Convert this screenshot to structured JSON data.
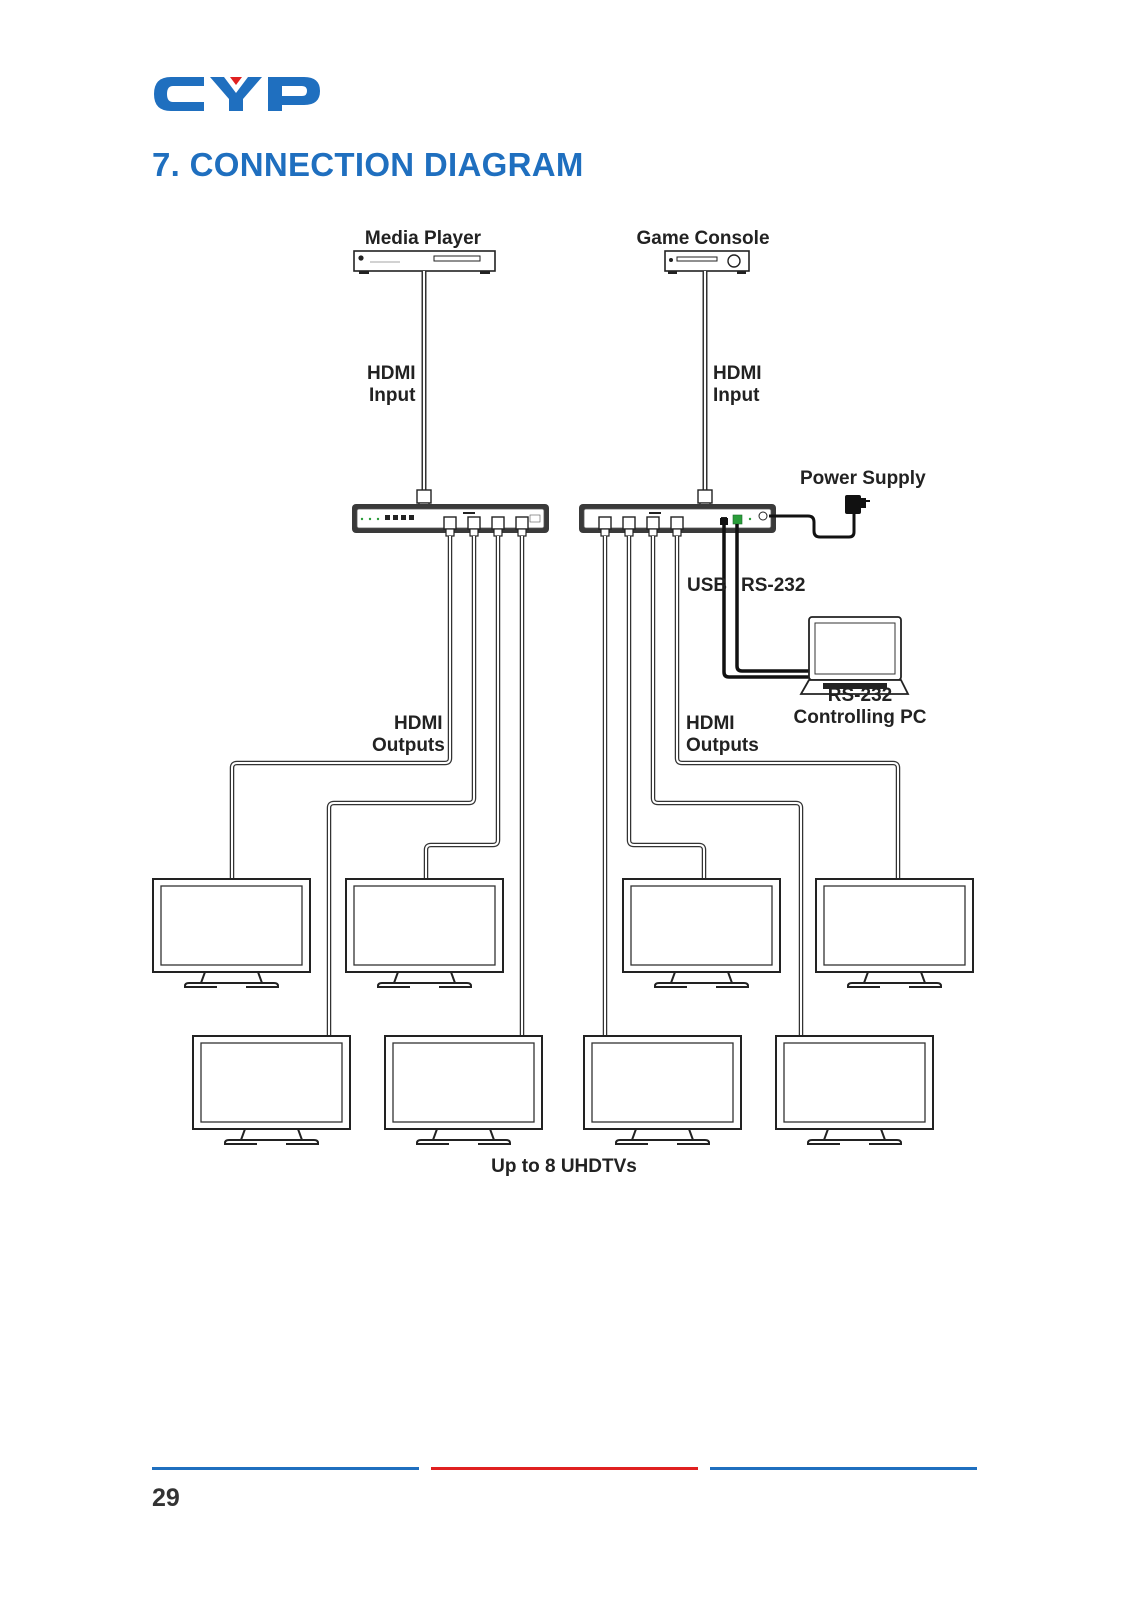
{
  "header": {
    "logo_text": "CYP",
    "logo_color": "#1f6fbf",
    "logo_accent_color": "#e02020",
    "title": "7. CONNECTION DIAGRAM",
    "title_color": "#1f6fbf"
  },
  "diagram": {
    "sources": [
      {
        "label": "Media Player",
        "icon": "media-player-icon"
      },
      {
        "label": "Game Console",
        "icon": "game-console-icon"
      }
    ],
    "input_labels": [
      {
        "line1": "HDMI",
        "line2": "Input"
      },
      {
        "line1": "HDMI",
        "line2": "Input"
      }
    ],
    "power_supply_label": "Power Supply",
    "usb_label": "USB",
    "rs232_label": "RS-232",
    "pc_label": {
      "line1": "RS-232",
      "line2": "Controlling PC"
    },
    "output_labels": [
      {
        "line1": "HDMI",
        "line2": "Outputs"
      },
      {
        "line1": "HDMI",
        "line2": "Outputs"
      }
    ],
    "displays_caption": "Up to 8 UHDTVs",
    "display_count": 8
  },
  "footer": {
    "page_number": "29",
    "line_colors": [
      "#1f6fbf",
      "#e02020",
      "#1f6fbf"
    ]
  }
}
